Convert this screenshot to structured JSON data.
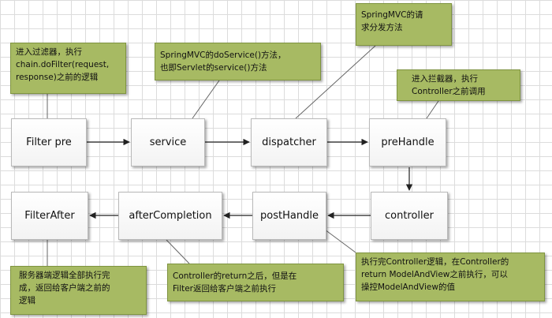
{
  "nodes": {
    "filter_pre": "Filter pre",
    "service": "service",
    "dispatcher": "dispatcher",
    "prehandle": "preHandle",
    "controller": "controller",
    "posthandle": "postHandle",
    "after_completion": "afterCompletion",
    "filter_after": "FilterAfter"
  },
  "notes": {
    "filter_pre_note": "进入过滤器，执行\nchain.doFilter(request,\nresponse)之前的逻辑",
    "service_note": "SpringMVC的doService()方法，\n也即Servlet的service()方法",
    "dispatcher_note": "SpringMVC的请\n求分发方法",
    "prehandle_note": "进入拦截器，执行\nController之前调用",
    "filter_after_note": "服务器端逻辑全部执行完\n成，返回给客户端之前的\n逻辑",
    "after_completion_note": "Controller的return之后，但是在\nFilter返回给客户端之前执行",
    "posthandle_note": "执行完Controller逻辑，在Controller的\nreturn ModelAndView之前执行，可以\n操控ModelAndView的值"
  },
  "colors": {
    "note_fill": "#a7ba63",
    "box_fill": "#ffffff",
    "arrow": "#222222",
    "leader": "#666666"
  }
}
